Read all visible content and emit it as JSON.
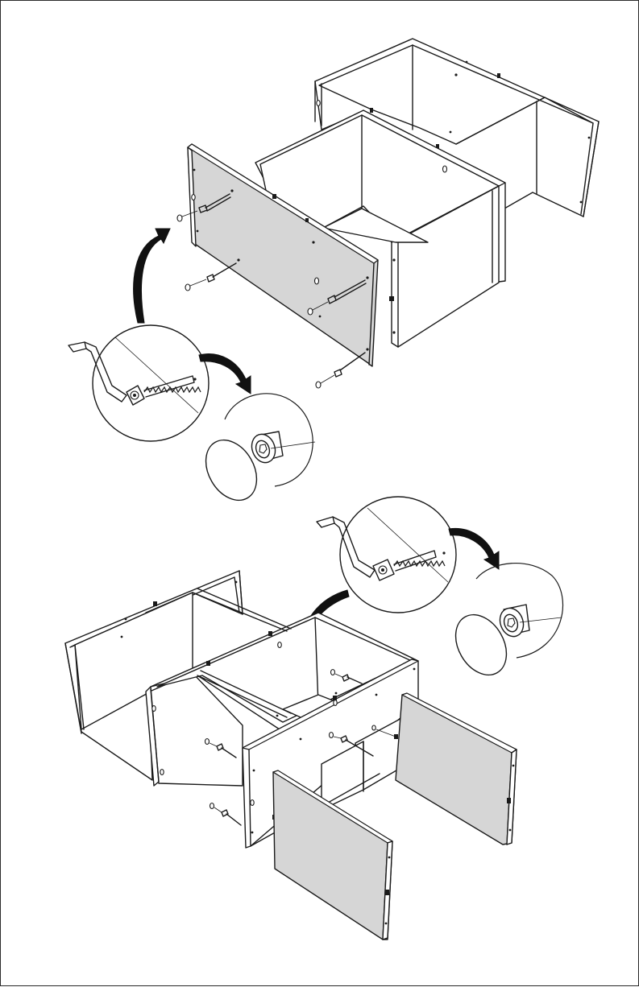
{
  "document": {
    "type": "assembly-instruction-page",
    "steps": [
      {
        "illustration": "attach-top-panel-with-cam-bolts",
        "tool_icon": "allen-key-icon",
        "fastener_icon": "cam-bolt-icon",
        "detail_icon": "cam-lock-icon"
      },
      {
        "illustration": "attach-side-panels-with-cam-bolts",
        "tool_icon": "allen-key-icon",
        "fastener_icon": "cam-bolt-icon",
        "detail_icon": "cam-lock-icon"
      }
    ],
    "colors": {
      "line": "#1a1a1a",
      "panel_fill": "#d6d6d6",
      "background": "#ffffff"
    }
  }
}
